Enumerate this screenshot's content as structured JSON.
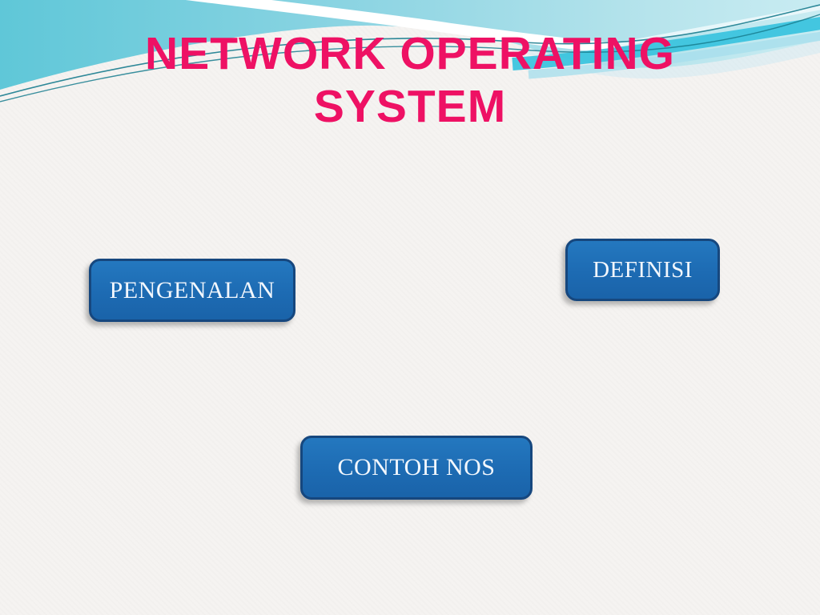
{
  "slide": {
    "title": {
      "line1": "NETWORK OPERATING",
      "line2": "SYSTEM"
    },
    "buttons": [
      {
        "label": "PENGENALAN"
      },
      {
        "label": "DEFINISI"
      },
      {
        "label": "CONTOH NOS"
      }
    ],
    "colors": {
      "title_pink": "#ee1164",
      "button_fill_blue": "#1d6bb3",
      "button_border_navy": "#16477e",
      "button_text": "#f2f7fd",
      "sky_teal_left": "#62c8d9",
      "sky_teal_right": "#c3e9f0",
      "accent_cyan_band": "#3cc4de",
      "thin_line_teal": "#187c8e",
      "background": "#f5f3f1"
    }
  }
}
